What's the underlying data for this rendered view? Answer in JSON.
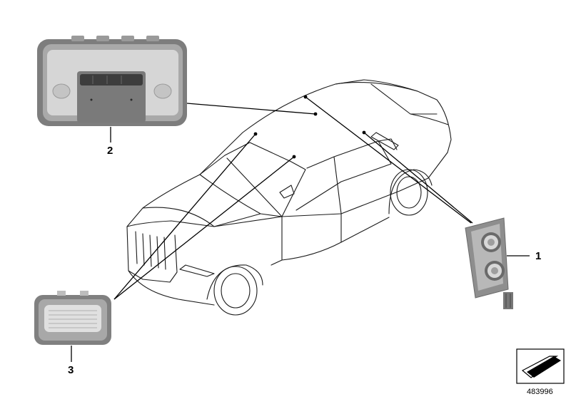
{
  "diagram": {
    "callouts": [
      {
        "id": "1",
        "label": "1"
      },
      {
        "id": "2",
        "label": "2"
      },
      {
        "id": "3",
        "label": "3"
      }
    ],
    "document_number": "483996",
    "colors": {
      "part_body": "#8a8a8a",
      "part_face": "#d4d4d4",
      "part_dark": "#6e6e6e",
      "line": "#000000"
    },
    "icons": [
      "reference-arrow-icon"
    ]
  }
}
